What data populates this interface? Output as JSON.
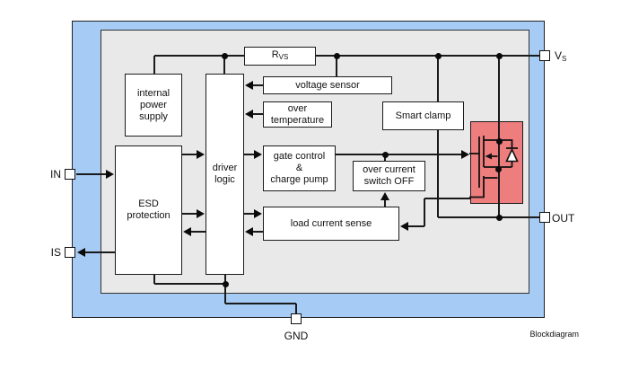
{
  "diagram": {
    "footer_label": "Blockdiagram",
    "colors": {
      "chip_background": "#a6cbf4",
      "die_background": "#e9e9e9",
      "power_fet_fill": "#ee7d7d",
      "line": "#1a1a1a"
    },
    "blocks": {
      "rvs": {
        "base": "R",
        "subscript": "VS"
      },
      "internal_power_supply": "internal\npower\nsupply",
      "voltage_sensor": "voltage sensor",
      "over_temperature": "over\ntemperature",
      "driver_logic": "driver\nlogic",
      "gate_control": "gate control\n&\ncharge pump",
      "smart_clamp": "Smart clamp",
      "over_current_switch_off": "over current\nswitch OFF",
      "load_current_sense": "load current sense",
      "esd_protection": "ESD\nprotection"
    },
    "pins": {
      "in": "IN",
      "is": "IS",
      "vs": {
        "base": "V",
        "subscript": "S"
      },
      "out": "OUT",
      "gnd": "GND"
    }
  }
}
